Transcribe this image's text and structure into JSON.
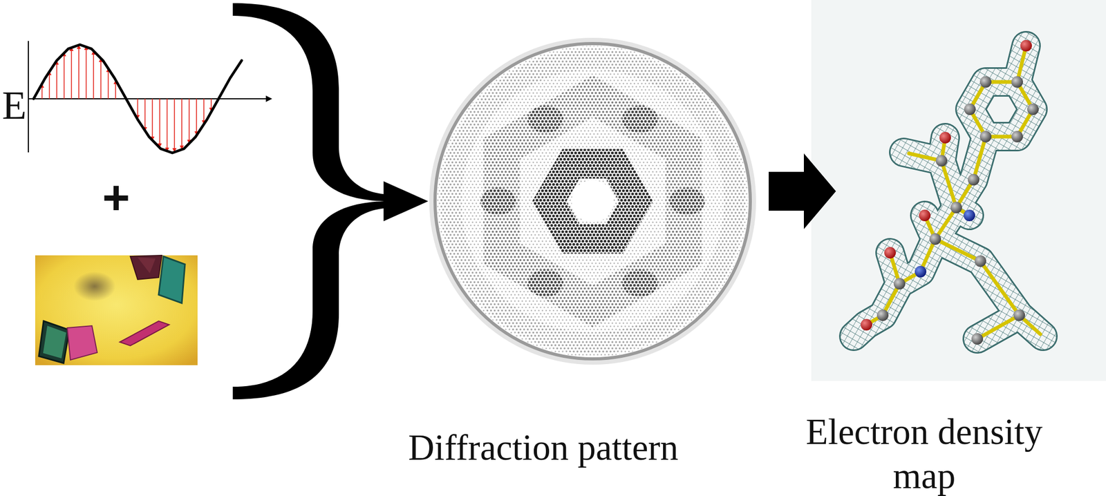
{
  "diagram": {
    "nodes": [
      {
        "text": [
          "Diffraction pattern"
        ]
      },
      {
        "text": [
          "Electron density map"
        ]
      }
    ],
    "edges": [
      {
        "from": 0,
        "to": 1,
        "arrow": "to"
      }
    ],
    "labels": [
      "E",
      "+"
    ]
  }
}
